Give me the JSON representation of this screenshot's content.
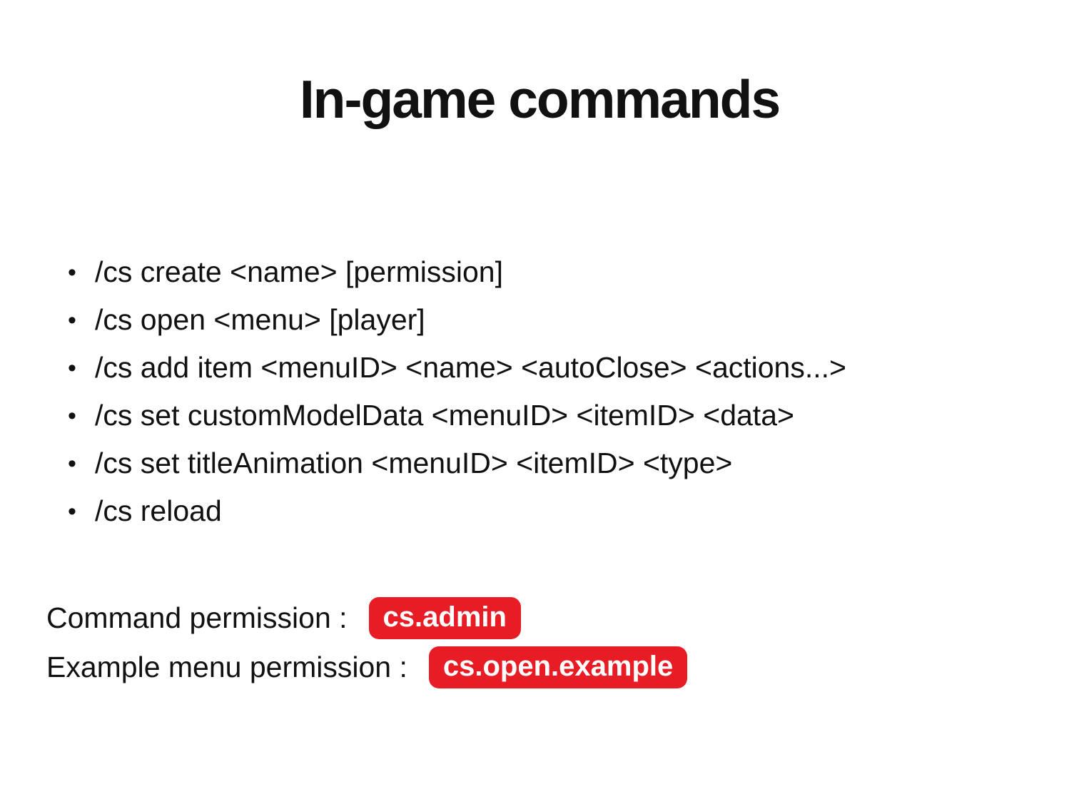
{
  "page": {
    "title": "In-game commands"
  },
  "commands": {
    "bullet_glyph": "•",
    "items": [
      "/cs create <name> [permission]",
      "/cs open <menu> [player]",
      "/cs add item <menuID> <name> <autoClose> <actions...>",
      "/cs set customModelData <menuID> <itemID> <data>",
      "/cs set titleAnimation <menuID> <itemID> <type>",
      "/cs reload"
    ]
  },
  "permissions": {
    "rows": [
      {
        "label": "Command permission :",
        "badge": "cs.admin"
      },
      {
        "label": "Example menu permission :",
        "badge": "cs.open.example"
      }
    ]
  },
  "colors": {
    "page_background": "#ffffff",
    "text": "#111111",
    "badge_background": "#e81c24",
    "badge_text": "#ffffff"
  }
}
